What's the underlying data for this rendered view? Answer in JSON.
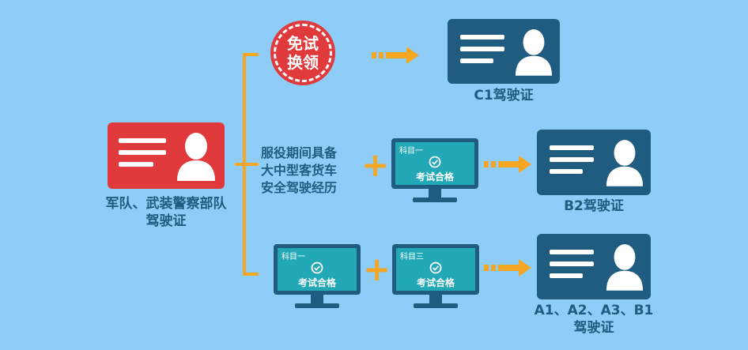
{
  "source_license": {
    "label_line1": "军队、武装警察部队",
    "label_line2": "驾驶证"
  },
  "badge": {
    "line1": "免试",
    "line2": "换领"
  },
  "condition_text": {
    "line1": "服役期间具备",
    "line2": "大中型客货车",
    "line3": "安全驾驶经历"
  },
  "monitors": [
    {
      "subject": "科目一",
      "result": "考试合格"
    },
    {
      "subject": "科目一",
      "result": "考试合格"
    },
    {
      "subject": "科目三",
      "result": "考试合格"
    }
  ],
  "outcomes": [
    {
      "label": "C1驾驶证"
    },
    {
      "label": "B2驾驶证"
    },
    {
      "label_line1": "A1、A2、A3、B1",
      "label_line2": "驾驶证"
    }
  ],
  "symbols": {
    "plus": "+"
  },
  "colors": {
    "background": "#8ecdf8",
    "red_card": "#e03a3c",
    "dark_card": "#1f5c80",
    "screen": "#23a8b8",
    "accent_orange": "#f5a623"
  }
}
